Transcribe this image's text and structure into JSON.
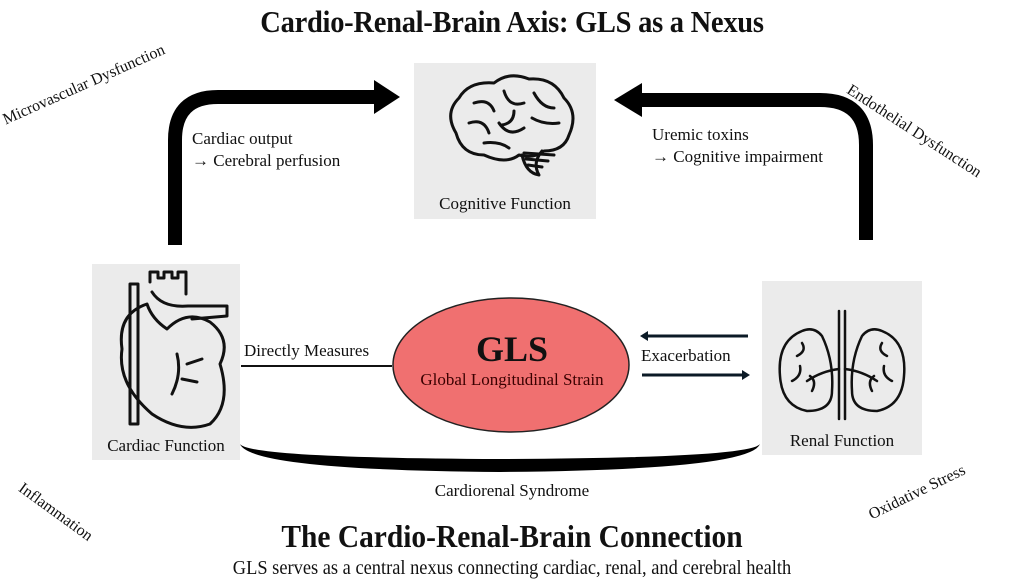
{
  "title": "Cardio-Renal-Brain Axis: GLS as a Nexus",
  "nodes": {
    "brain": {
      "label": "Cognitive Function",
      "icon": "brain-icon"
    },
    "heart": {
      "label": "Cardiac Function",
      "icon": "heart-icon"
    },
    "kidney": {
      "label": "Renal Function",
      "icon": "kidney-icon"
    },
    "gls": {
      "title": "GLS",
      "subtitle": "Global Longitudinal Strain",
      "fill": "#f07070"
    }
  },
  "connections": {
    "heart_to_brain": {
      "line1": "Cardiac output",
      "line2": "→ Cerebral perfusion"
    },
    "kidney_to_brain": {
      "line1": "Uremic toxins",
      "line2": "→ Cognitive impairment"
    },
    "heart_to_gls": "Directly Measures",
    "gls_kidney": "Exacerbation",
    "heart_kidney": "Cardiorenal Syndrome"
  },
  "factors": {
    "top_left": "Microvascular Dysfunction",
    "top_right": "Endothelial Dysfunction",
    "bottom_left": "Inflammation",
    "bottom_right": "Oxidative Stress"
  },
  "footer": {
    "title": "The Cardio-Renal-Brain Connection",
    "subtitle": "GLS serves as a central nexus connecting cardiac, renal, and cerebral health"
  }
}
